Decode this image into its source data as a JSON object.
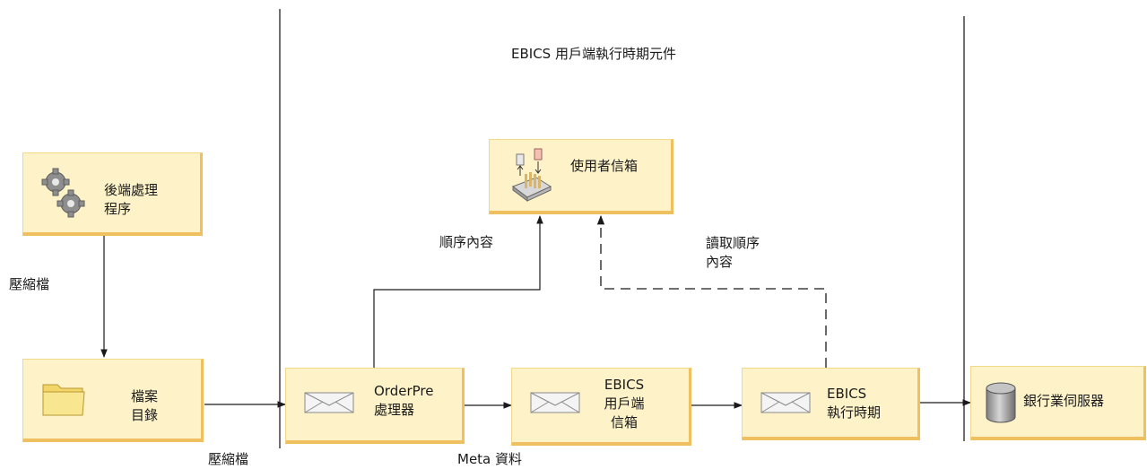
{
  "title": "EBICS 用戶端執行時期元件",
  "nodes": {
    "backend": {
      "line1": "後端處理",
      "line2": "程序",
      "icon": "gears-icon"
    },
    "file_dir": {
      "line1": "檔案",
      "line2": "目錄",
      "icon": "folder-icon"
    },
    "orderpre": {
      "line1": "OrderPre",
      "line2": "處理器",
      "icon": "envelope-icon"
    },
    "client_mailbox": {
      "line1": "EBICS",
      "line2": "用戶端",
      "line3": "信箱",
      "icon": "envelope-icon"
    },
    "runtime": {
      "line1": "EBICS",
      "line2": "執行時期",
      "icon": "envelope-icon"
    },
    "bank_server": {
      "label": "銀行業伺服器",
      "icon": "database-cylinder-icon"
    },
    "user_mailbox": {
      "label": "使用者信箱",
      "icon": "mailbox-icon"
    }
  },
  "edges": {
    "zip_vertical": "壓縮檔",
    "zip_bottom": "壓縮檔",
    "order_content": "順序內容",
    "read_order_line1": "讀取順序",
    "read_order_line2": "內容",
    "meta": "Meta 資料"
  }
}
